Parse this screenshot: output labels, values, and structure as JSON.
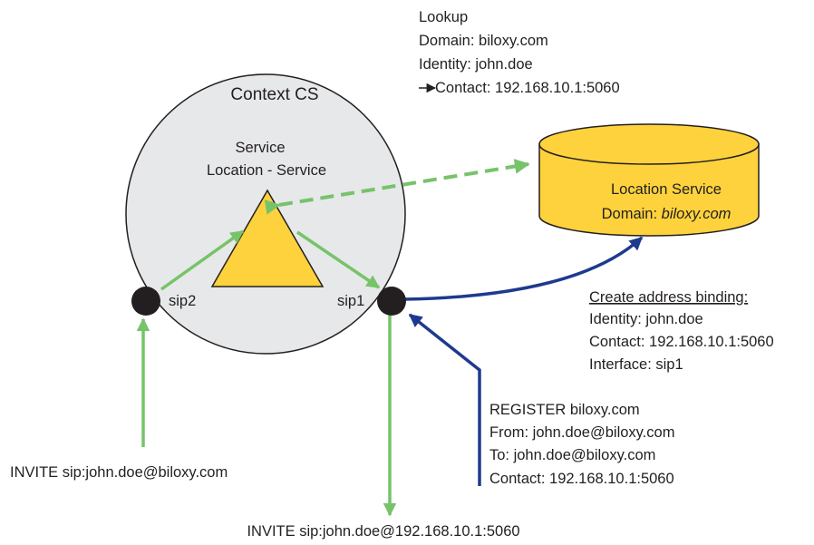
{
  "context": {
    "title": "Context CS",
    "service_line1": "Service",
    "service_line2": "Location - Service",
    "port_left": "sip2",
    "port_right": "sip1"
  },
  "location_service": {
    "title": "Location Service",
    "domain_prefix": "Domain: ",
    "domain_value": "biloxy.com"
  },
  "lookup": {
    "line1": "Lookup",
    "line2": "Domain: biloxy.com",
    "line3": "Identity: john.doe",
    "line4": "Contact: 192.168.10.1:5060"
  },
  "binding": {
    "heading": "Create address binding:",
    "identity": "Identity: john.doe",
    "contact": "Contact: 192.168.10.1:5060",
    "interface": "Interface: sip1"
  },
  "register": {
    "line1": "REGISTER biloxy.com",
    "line2": "From: john.doe@biloxy.com",
    "line3": "To: john.doe@biloxy.com",
    "line4": "Contact: 192.168.10.1:5060"
  },
  "invite_in": "INVITE sip:john.doe@biloxy.com",
  "invite_out": "INVITE sip:john.doe@192.168.10.1:5060",
  "colors": {
    "green": "#77c36a",
    "blue": "#1e3a8e",
    "yellow": "#fdd23c",
    "circle_fill": "#e7e8e9",
    "outline": "#231f20"
  }
}
